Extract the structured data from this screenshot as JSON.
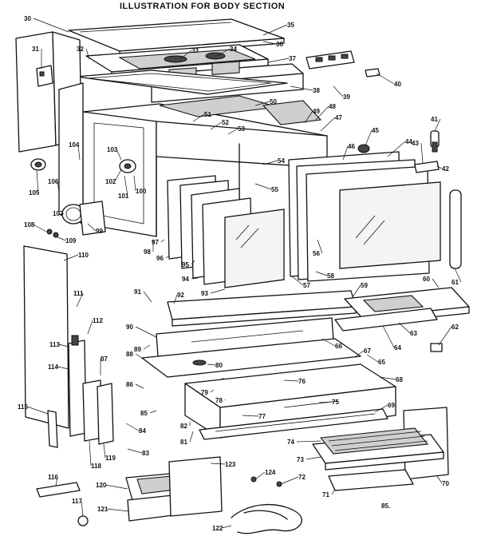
{
  "title": "ILLUSTRATION FOR BODY SECTION",
  "footer_code": "85.",
  "callouts": [
    "30",
    "31",
    "32",
    "33",
    "34",
    "35",
    "36",
    "37",
    "38",
    "39",
    "40",
    "41",
    "42",
    "43",
    "44",
    "45",
    "46",
    "47",
    "48",
    "49",
    "50",
    "51",
    "52",
    "53",
    "54",
    "55",
    "56",
    "57",
    "58",
    "59",
    "60",
    "61",
    "62",
    "63",
    "64",
    "65",
    "66",
    "67",
    "68",
    "69",
    "70",
    "71",
    "72",
    "73",
    "74",
    "75",
    "76",
    "77",
    "78",
    "79",
    "80",
    "81",
    "82",
    "83",
    "84",
    "85",
    "86",
    "87",
    "88",
    "89",
    "90",
    "91",
    "92",
    "93",
    "94",
    "95",
    "96",
    "97",
    "98",
    "99",
    "100",
    "101",
    "102",
    "103",
    "104",
    "105",
    "106",
    "107",
    "108",
    "109",
    "110",
    "111",
    "112",
    "113",
    "114",
    "115",
    "116",
    "117",
    "118",
    "119",
    "120",
    "121",
    "122",
    "123",
    "124"
  ]
}
